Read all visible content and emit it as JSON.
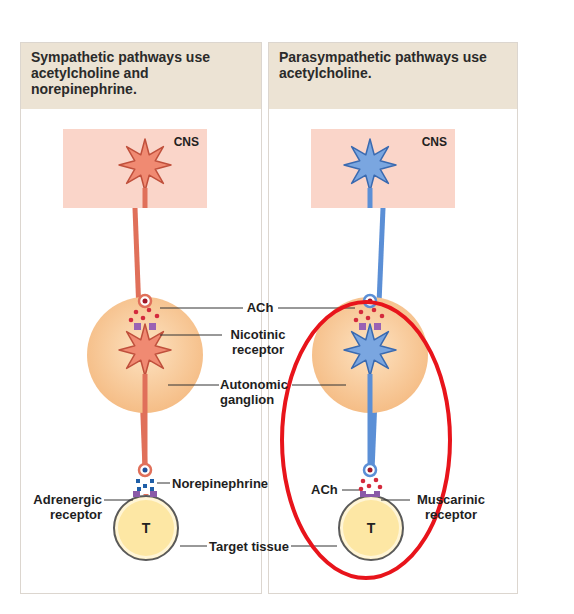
{
  "diagram": {
    "nodes": [
      {
        "text": [
          "Sympathetic pathways use acetylcholine and norepinephrine."
        ]
      },
      {
        "text": [
          "CNS"
        ],
        "in": 0
      },
      {
        "text": [
          "T"
        ],
        "in": 0
      },
      {
        "text": [
          "Parasympathetic pathways use acetylcholine."
        ]
      },
      {
        "text": [
          "CNS"
        ],
        "in": 3
      },
      {
        "text": [
          "T"
        ],
        "in": 3
      }
    ],
    "edges": [
      {
        "from": 1,
        "to": 2,
        "arrow": "none"
      },
      {
        "from": 4,
        "to": 5,
        "arrow": "none"
      }
    ],
    "labels": [
      "ACh",
      "Nicotinic receptor",
      "Autonomic ganglion",
      "Norepinephrine",
      "Adrenergic receptor",
      "Target tissue",
      "ACh",
      "Muscarinic receptor"
    ]
  }
}
